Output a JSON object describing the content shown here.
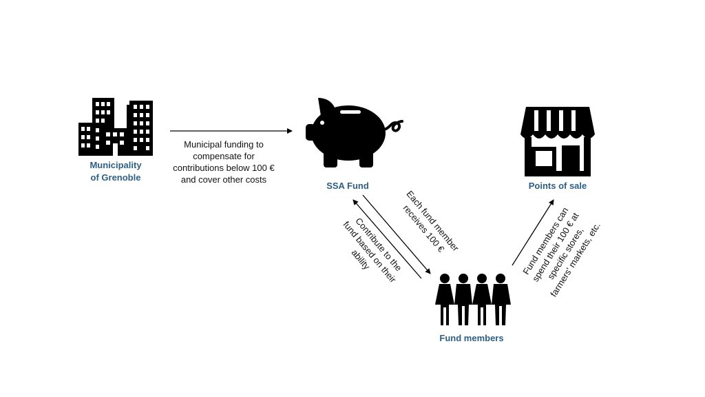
{
  "nodes": {
    "municipality": {
      "label_line1": "Municipality",
      "label_line2": "of Grenoble",
      "icon": "buildings-icon"
    },
    "ssa_fund": {
      "label": "SSA Fund",
      "icon": "piggy-bank-icon"
    },
    "points_of_sale": {
      "label": "Points of sale",
      "icon": "storefront-icon"
    },
    "fund_members": {
      "label": "Fund members",
      "icon": "people-group-icon"
    }
  },
  "edges": {
    "municipal_funding": {
      "lines": [
        "Municipal funding to",
        "compensate for",
        "contributions below 100 €",
        "and cover other costs"
      ]
    },
    "receives": {
      "lines": [
        "Each fund member",
        "receives 100 €"
      ]
    },
    "contribute": {
      "lines": [
        "Contribute to the",
        "fund based on their",
        "ability"
      ]
    },
    "spend": {
      "lines": [
        "Fund members can",
        "spend their 100 € at",
        "specific stores,",
        "farmers' markets, etc."
      ]
    }
  },
  "colors": {
    "label": "#2c5f86",
    "text": "#111111",
    "icon": "#000000"
  }
}
